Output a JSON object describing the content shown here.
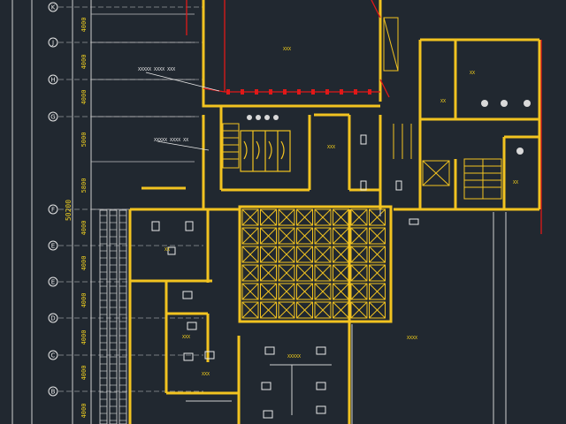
{
  "colors": {
    "background": "#212830",
    "wall": "#f2c320",
    "grid_line": "#e8e8e8",
    "red_line": "#e01818",
    "dim_text": "#f0d020",
    "room_text": "#f5d11a",
    "fixture": "#d9d9d9"
  },
  "grid_axes": [
    {
      "id": "axis-k",
      "label": "K"
    },
    {
      "id": "axis-j",
      "label": "J"
    },
    {
      "id": "axis-h",
      "label": "H"
    },
    {
      "id": "axis-g",
      "label": "G"
    },
    {
      "id": "axis-f",
      "label": "F"
    },
    {
      "id": "axis-e",
      "label": "E"
    },
    {
      "id": "axis-e2",
      "label": "E"
    },
    {
      "id": "axis-d",
      "label": "D"
    },
    {
      "id": "axis-c",
      "label": "C"
    },
    {
      "id": "axis-b",
      "label": "B"
    }
  ],
  "dimensions": {
    "spans": [
      "4000",
      "4000",
      "4000",
      "5000",
      "5800",
      "4000",
      "4000",
      "4000",
      "4000",
      "4000",
      "4000"
    ],
    "total": "50200"
  },
  "annotations": {
    "note_1": "XXXXX XXXX XXX",
    "note_2": "XXXXX XXXX XX"
  },
  "rooms": {
    "r1": "XXX",
    "r2": "XX",
    "r3": "XXX",
    "r4": "XX",
    "r5": "XXX",
    "r6": "XX",
    "r7": "XX",
    "r8": "XXXX",
    "r9": "XXX",
    "r10": "XXXXX"
  }
}
